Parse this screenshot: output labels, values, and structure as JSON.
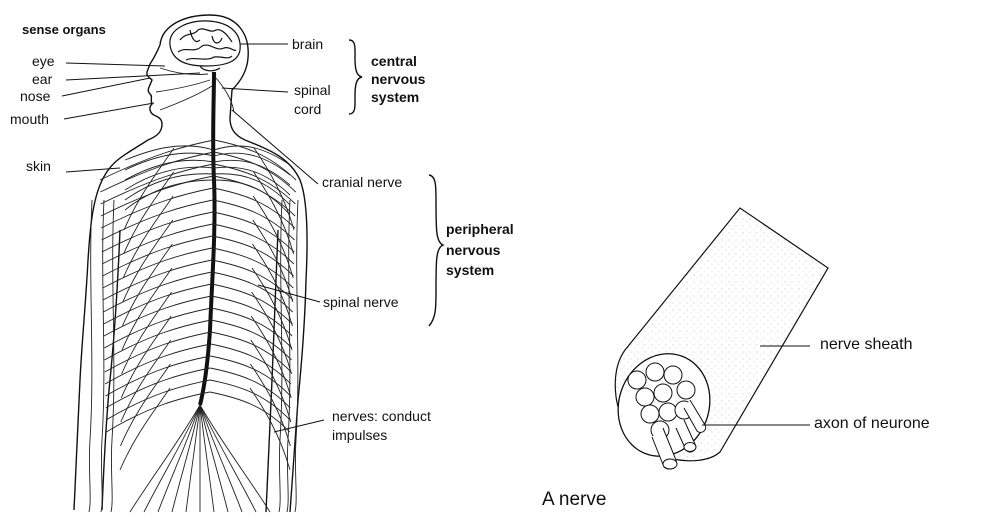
{
  "labels": {
    "sense_organs": "sense organs",
    "eye": "eye",
    "ear": "ear",
    "nose": "nose",
    "mouth": "mouth",
    "skin": "skin",
    "brain": "brain",
    "spinal": "spinal",
    "cord": "cord",
    "cns_line1": "central",
    "cns_line2": "nervous",
    "cns_line3": "system",
    "cranial_nerve": "cranial nerve",
    "pns_line1": "peripheral",
    "pns_line2": "nervous",
    "pns_line3": "system",
    "spinal_nerve": "spinal nerve",
    "nerves_line1": "nerves: conduct",
    "nerves_line2": "impulses",
    "nerve_sheath": "nerve sheath",
    "axon": "axon of neurone"
  },
  "caption": "A nerve"
}
